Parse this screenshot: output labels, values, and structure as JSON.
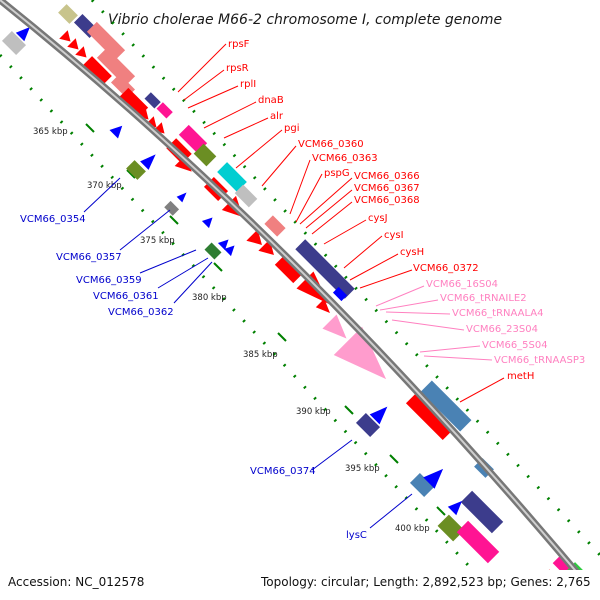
{
  "title": "Vibrio cholerae M66-2 chromosome I, complete genome",
  "footer": {
    "accession": "Accession: NC_012578",
    "topology": "Topology: circular; Length: 2,892,523 bp; Genes: 2,765"
  },
  "colors": {
    "gene_red": "#ff0000",
    "gene_salmon": "#f08080",
    "gene_pink": "#ff9ccd",
    "gene_magenta": "#ff1493",
    "gene_navy": "#3c3c8c",
    "gene_steel": "#4a82b4",
    "gene_olive": "#6b8e23",
    "gene_cyan": "#00ced1",
    "gene_gray": "#bfbfbf",
    "forward_strand": "#0000ff",
    "ruler": "#008000",
    "rrna_label": "#ff80c0",
    "backbone": "#888888"
  },
  "scale_labels": [
    "365 kbp",
    "370 kbp",
    "375 kbp",
    "380 kbp",
    "385 kbp",
    "390 kbp",
    "395 kbp",
    "400 kbp"
  ],
  "reverse_labels": [
    "rpsF",
    "rpsR",
    "rplI",
    "dnaB",
    "alr",
    "pgi",
    "VCM66_0360",
    "VCM66_0363",
    "pspG",
    "VCM66_0366",
    "VCM66_0367",
    "VCM66_0368",
    "cysJ",
    "cysI",
    "cysH",
    "VCM66_0372",
    "metH"
  ],
  "rna_labels": [
    "VCM66_16S04",
    "VCM66_tRNAILE2",
    "VCM66_tRNAALA4",
    "VCM66_23S04",
    "VCM66_5S04",
    "VCM66_tRNAASP3"
  ],
  "forward_labels": [
    "VCM66_0354",
    "VCM66_0357",
    "VCM66_0359",
    "VCM66_0361",
    "VCM66_0362",
    "VCM66_0374",
    "lysC"
  ]
}
